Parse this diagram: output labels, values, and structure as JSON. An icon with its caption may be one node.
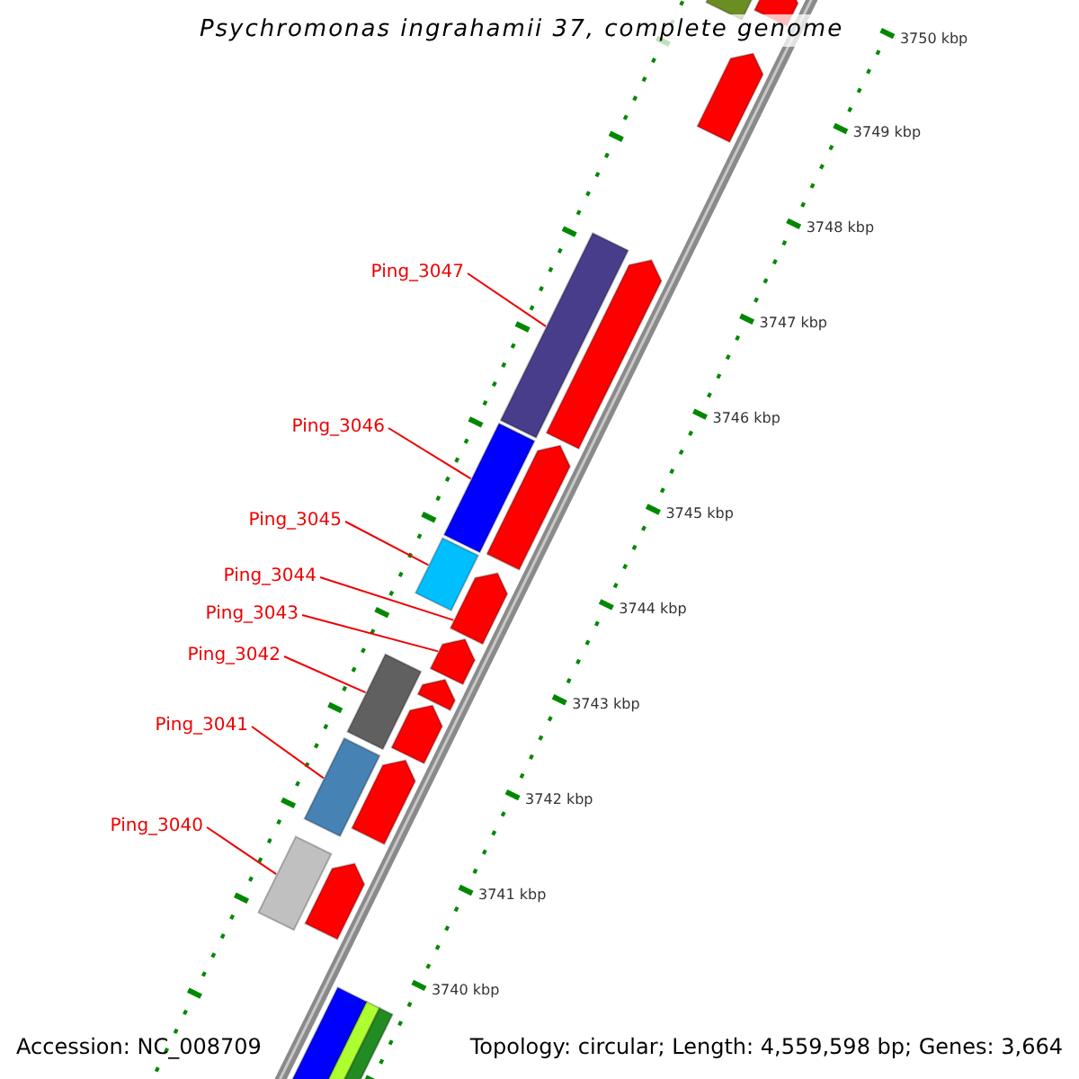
{
  "diagram": {
    "title": "Psychromonas ingrahamii 37, complete genome",
    "nodes": [
      {
        "text": [
          "Ping_3047"
        ]
      },
      {
        "text": [
          "Ping_3046"
        ]
      },
      {
        "text": [
          "Ping_3045"
        ]
      },
      {
        "text": [
          "Ping_3044"
        ]
      },
      {
        "text": [
          "Ping_3043"
        ]
      },
      {
        "text": [
          "Ping_3042"
        ]
      },
      {
        "text": [
          "Ping_3041"
        ]
      },
      {
        "text": [
          "Ping_3040"
        ]
      },
      {
        "text": [],
        "shape": "bar"
      },
      {
        "text": [],
        "shape": "bar"
      },
      {
        "text": [],
        "shape": "bar"
      },
      {
        "text": [],
        "shape": "bar"
      },
      {
        "text": [],
        "shape": "bar"
      },
      {
        "text": [],
        "shape": "bar"
      },
      {
        "text": [],
        "shape": "bar"
      },
      {
        "text": [],
        "shape": "bar"
      }
    ],
    "edges": [
      {
        "from": 0,
        "to": 8,
        "arrow": "none"
      },
      {
        "from": 1,
        "to": 9,
        "arrow": "none"
      },
      {
        "from": 2,
        "to": 10,
        "arrow": "none"
      },
      {
        "from": 3,
        "to": 11,
        "arrow": "none"
      },
      {
        "from": 4,
        "to": 12,
        "arrow": "none"
      },
      {
        "from": 5,
        "to": 13,
        "arrow": "none"
      },
      {
        "from": 6,
        "to": 14,
        "arrow": "none"
      },
      {
        "from": 7,
        "to": 15,
        "arrow": "none"
      }
    ],
    "labels": [
      "3750 kbp",
      "3749 kbp",
      "3748 kbp",
      "3747 kbp",
      "3746 kbp",
      "3745 kbp",
      "3744 kbp",
      "3743 kbp",
      "3742 kbp",
      "3741 kbp",
      "3740 kbp",
      "Accession: NC_008709",
      "Topology: circular; Length: 4,559,598 bp; Genes: 3,664"
    ]
  }
}
